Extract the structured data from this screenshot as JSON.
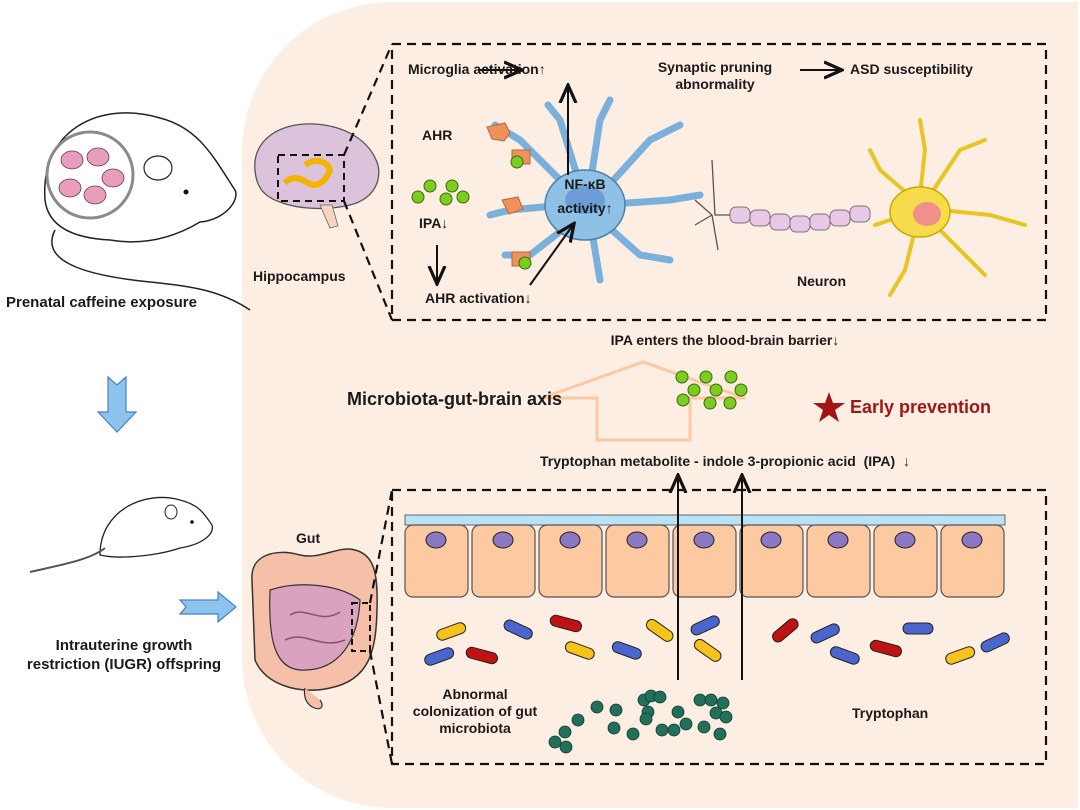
{
  "left_column": {
    "step1_label": "Prenatal caffeine exposure",
    "step2_label_line1": "Intrauterine growth",
    "step2_label_line2": "restriction (IUGR) offspring"
  },
  "brain_panel": {
    "hippocampus_label": "Hippocampus",
    "chain": {
      "microglia": "Microglia activation↑",
      "pruning_line1": "Synaptic pruning",
      "pruning_line2": "abnormality",
      "asd": "ASD susceptibility"
    },
    "ahr_label": "AHR",
    "ipa_label": "IPA↓",
    "ahr_activation": "AHR activation↓",
    "nfkb_line1": "NF-κB",
    "nfkb_line2": "activity↑",
    "neuron_label": "Neuron"
  },
  "axis": {
    "bbb_label": "IPA enters the blood-brain barrier↓",
    "axis_label": "Microbiota-gut-brain axis",
    "prevention_label": "Early prevention",
    "metabolite_label": "Tryptophan metabolite - indole 3-propionic acid  (IPA)  ↓"
  },
  "gut_panel": {
    "gut_label": "Gut",
    "microbiota_line1": "Abnormal",
    "microbiota_line2": "colonization of gut",
    "microbiota_line3": "microbiota",
    "tryptophan_label": "Tryptophan"
  },
  "colors": {
    "panel_bg": "#fdeee3",
    "microglia_blue": "#8fc0e6",
    "neuron_yellow": "#f6dc4a",
    "ipa_green": "#7ccd1f",
    "tryptophan_green": "#23705a",
    "prevention_red": "#a31515",
    "arrow_blue": "#8cc3ef",
    "cell_peach": "#fcc9a0",
    "bacteria_blue": "#4a66cc",
    "bacteria_red": "#bf1212",
    "bacteria_yellow": "#f7c21a"
  },
  "icons": [
    "pregnant-mouse-icon",
    "mouse-icon",
    "brain-icon",
    "gut-icon",
    "microglia-icon",
    "neuron-icon",
    "epithelium-icon",
    "bacteria-icon",
    "star-icon",
    "down-arrow-icon",
    "right-arrow-icon",
    "up-block-arrow-icon"
  ]
}
